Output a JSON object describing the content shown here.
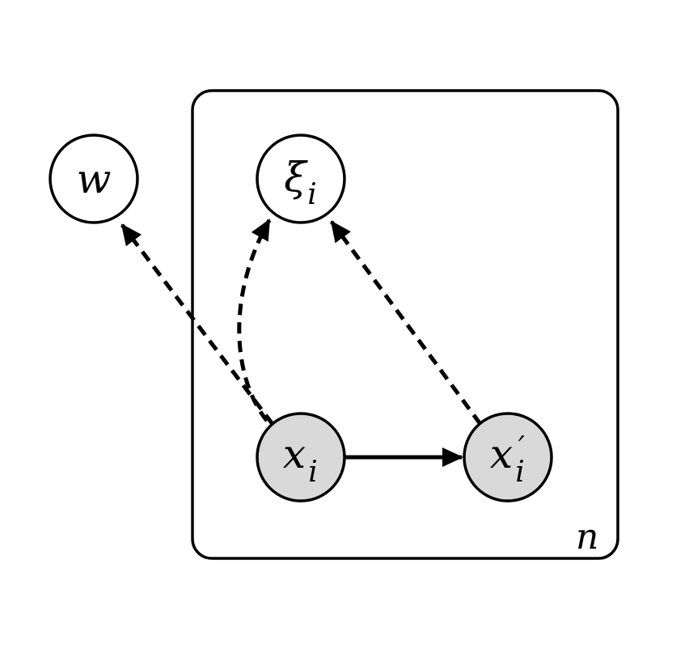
{
  "plate": {
    "label": "n"
  },
  "nodes": {
    "w": {
      "symbol": "w",
      "subscript": "",
      "prime": "",
      "observed": false
    },
    "xi": {
      "symbol": "ξ",
      "subscript": "i",
      "prime": "",
      "observed": false
    },
    "x": {
      "symbol": "x",
      "subscript": "i",
      "prime": "",
      "observed": true
    },
    "x_prime": {
      "symbol": "x",
      "subscript": "i",
      "prime": "′",
      "observed": true
    }
  },
  "edges": [
    {
      "from": "x",
      "to": "w",
      "style": "dashed"
    },
    {
      "from": "x",
      "to": "xi",
      "style": "dashed"
    },
    {
      "from": "x_prime",
      "to": "xi",
      "style": "dashed"
    },
    {
      "from": "x",
      "to": "x_prime",
      "style": "solid"
    }
  ],
  "colors": {
    "observed_fill": "#d9d9d9",
    "latent_fill": "#ffffff",
    "stroke": "#000000"
  }
}
